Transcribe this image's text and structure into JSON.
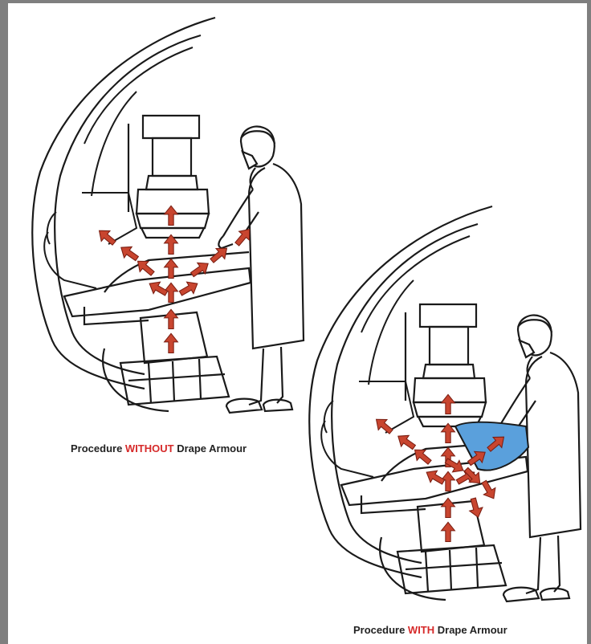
{
  "captions": {
    "without": {
      "pre": "Procedure ",
      "highlight": "WITHOUT",
      "post": " Drape Armour"
    },
    "with": {
      "pre": "Procedure ",
      "highlight": "WITH",
      "post": " Drape Armour"
    }
  },
  "colors": {
    "background": "#ffffff",
    "frame": "#7f7f7f",
    "line": "#1a1a1a",
    "arrow_fill": "#c8452f",
    "arrow_stroke": "#7a1e12",
    "highlight_text": "#d62a2a",
    "drape": "#5aa0dc"
  },
  "icons": [
    "scatter-arrow-icon",
    "c-arm-xray-machine",
    "clinician-figure",
    "drape-armour-shield"
  ]
}
